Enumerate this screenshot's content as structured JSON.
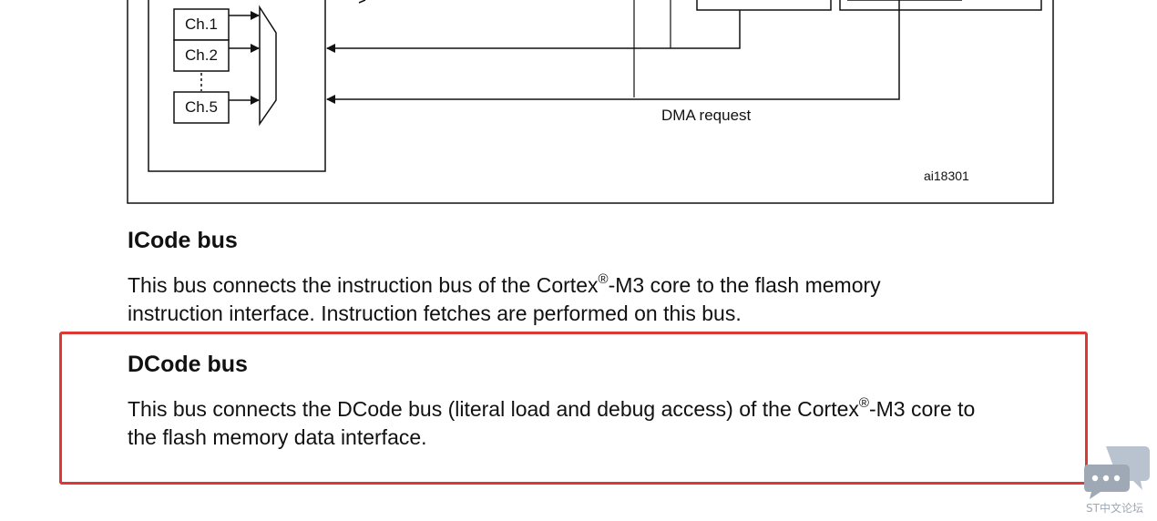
{
  "diagram": {
    "channels": [
      "Ch.1",
      "Ch.2",
      "Ch.5"
    ],
    "dma_request_label": "DMA request",
    "figure_id": "ai18301"
  },
  "icode": {
    "heading": "ICode bus",
    "para_line1_pre": "This bus connects the instruction bus of the Cortex",
    "para_line1_sup": "®",
    "para_line1_post": "-M3 core to the flash memory",
    "para_line2": "instruction interface. Instruction fetches are performed on this bus."
  },
  "dcode": {
    "heading": "DCode bus",
    "para_line1_pre": "This bus connects the DCode bus (literal load and debug access) of the Cortex",
    "para_line1_sup": "®",
    "para_line1_post": "-M3 core to",
    "para_line2": "the flash memory data interface."
  },
  "watermark": {
    "text": "ST中文论坛",
    "icon": "chat-bubbles-icon",
    "color": "#9ea9b5"
  },
  "highlight_color": "#dd3833"
}
